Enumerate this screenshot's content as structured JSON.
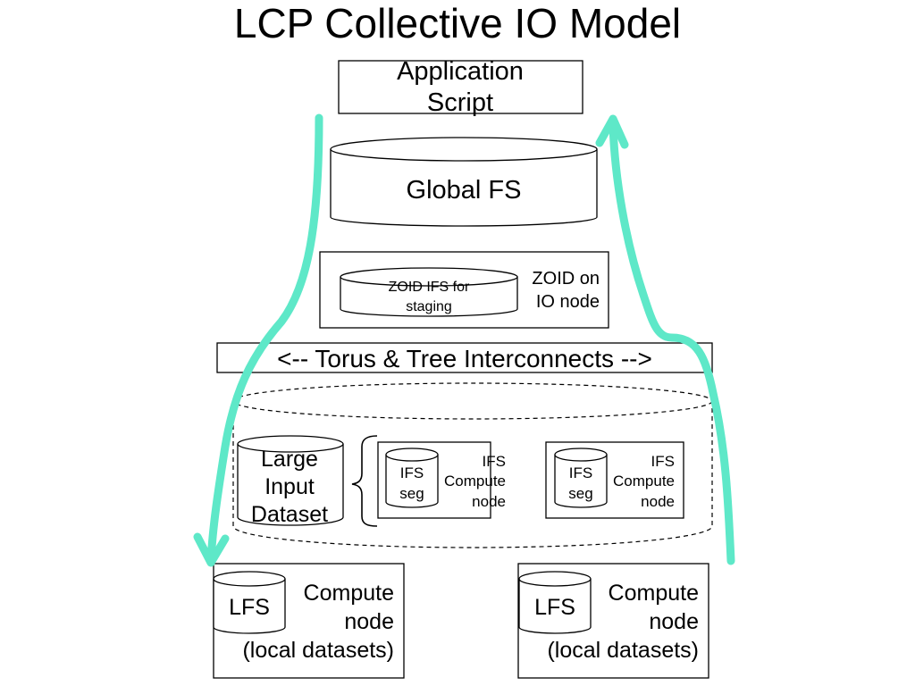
{
  "title": "LCP Collective IO Model",
  "application_script": [
    "Application",
    "Script"
  ],
  "global_fs": "Global FS",
  "zoid_io_node": {
    "cylinder": [
      "ZOID IFS for",
      "staging"
    ],
    "label": [
      "ZOID on",
      "IO node"
    ]
  },
  "interconnect": "<-- Torus & Tree Interconnects -->",
  "large_input_dataset": [
    "Large",
    "Input",
    "Dataset"
  ],
  "ifs_nodes": [
    {
      "seg": [
        "IFS",
        "seg"
      ],
      "label": [
        "IFS",
        "Compute",
        "node"
      ]
    },
    {
      "seg": [
        "IFS",
        "seg"
      ],
      "label": [
        "IFS",
        "Compute",
        "node"
      ]
    }
  ],
  "compute_nodes": [
    {
      "lfs": "LFS",
      "label": [
        "Compute",
        "node",
        "(local datasets)"
      ]
    },
    {
      "lfs": "LFS",
      "label": [
        "Compute",
        "node",
        "(local datasets)"
      ]
    }
  ],
  "colors": {
    "arrow": "#5ee8c8"
  }
}
